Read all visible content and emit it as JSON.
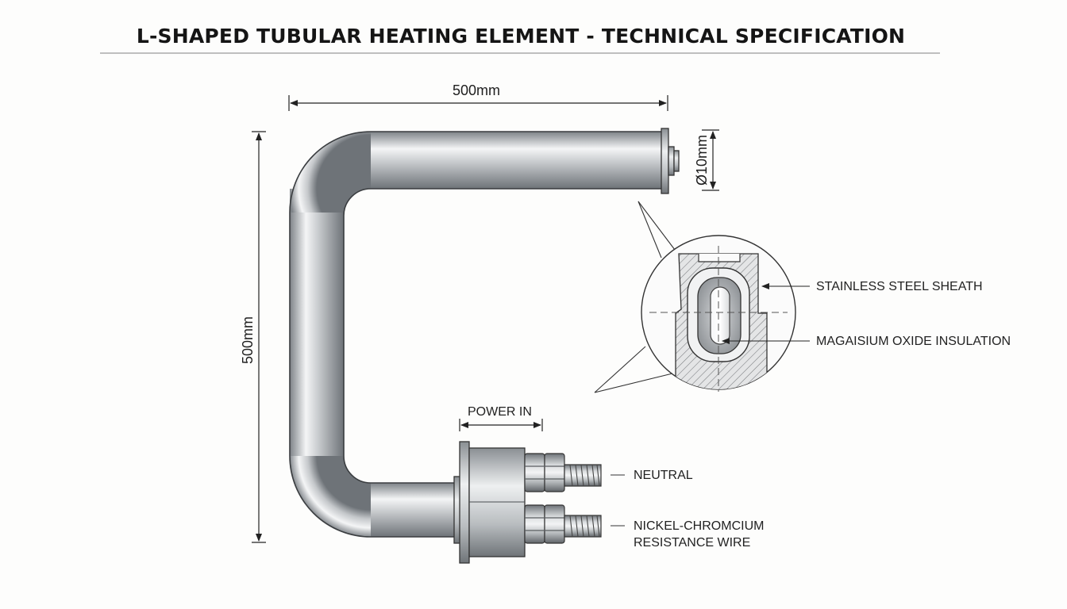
{
  "title": "L-SHAPED TUBULAR HEATING ELEMENT - TECHNICAL SPECIFICATION",
  "dimensions": {
    "horizontal_length": "500mm",
    "vertical_length": "500mm",
    "diameter": "Ø10mm"
  },
  "labels": {
    "power_in": "POWER IN",
    "neutral": "NEUTRAL",
    "resistance_wire_line1": "NICKEL-CHROMCIUM",
    "resistance_wire_line2": "RESISTANCE WIRE"
  },
  "cross_section": {
    "sheath": "STAINLESS STEEL SHEATH",
    "insulation": "MAGAISIUM OXIDE INSULATION"
  },
  "colors": {
    "line": "#333333",
    "tube_dark": "#8d9296",
    "tube_light": "#f2f3f4"
  }
}
